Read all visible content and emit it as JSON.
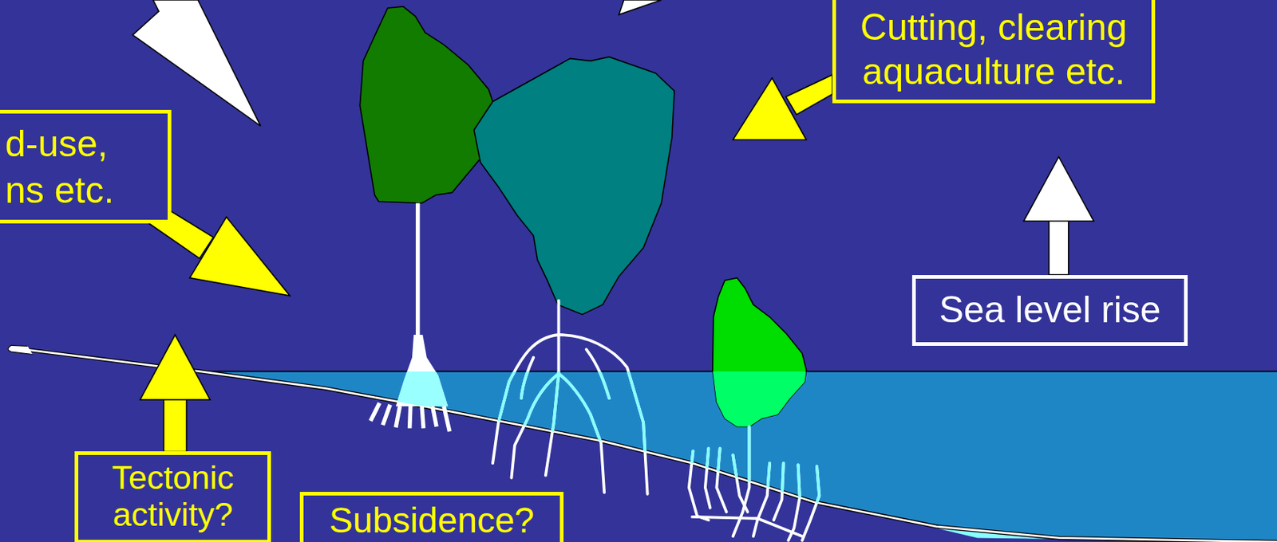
{
  "diagram": {
    "nodes": [
      {
        "text": [
          "Cutting, clearing aquaculture etc."
        ]
      },
      {
        "text": [
          "d-use, ns etc."
        ]
      },
      {
        "text": [
          "Sea level rise"
        ]
      },
      {
        "text": [
          "Tectonic activity?"
        ]
      },
      {
        "text": [
          "Subsidence?"
        ]
      }
    ]
  }
}
